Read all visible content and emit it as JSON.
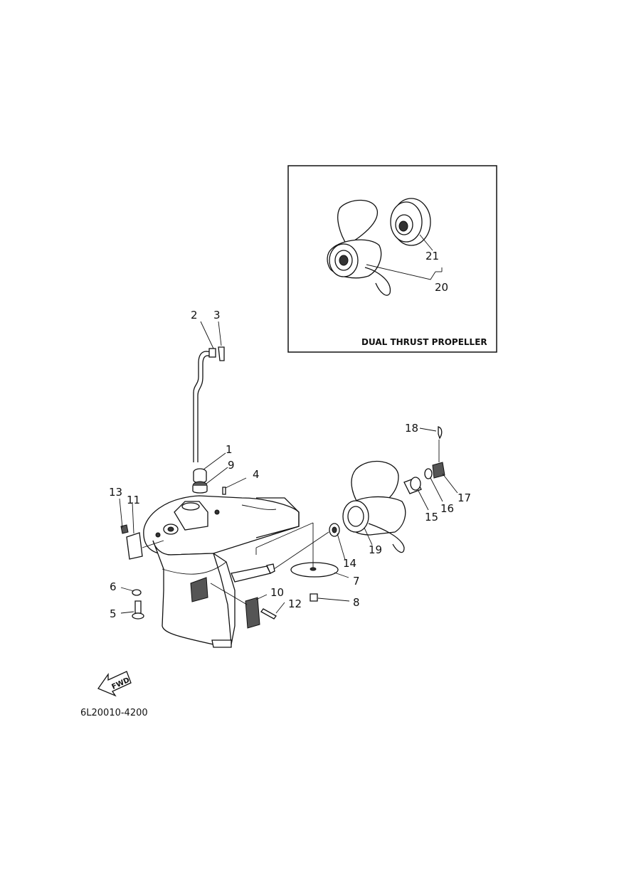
{
  "inset": {
    "title": "DUAL THRUST PROPELLER",
    "labels": [
      "21",
      "20"
    ]
  },
  "callouts": [
    "1",
    "2",
    "3",
    "4",
    "5",
    "6",
    "7",
    "8",
    "9",
    "10",
    "11",
    "12",
    "13",
    "14",
    "15",
    "16",
    "17",
    "18",
    "19"
  ],
  "fwd_label": "FWD",
  "reference_code": "6L20010-4200"
}
